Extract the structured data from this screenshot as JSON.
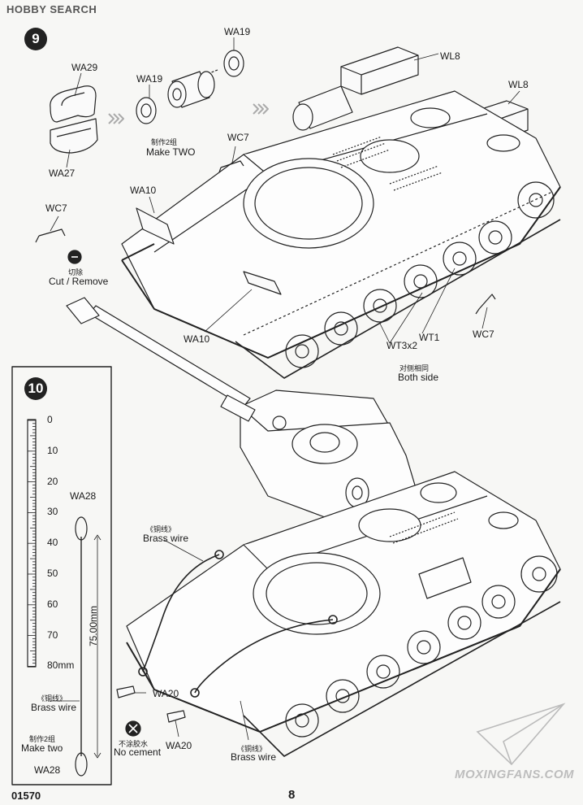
{
  "header": {
    "logo_text": "HOBBY SEARCH"
  },
  "step9": {
    "number": "9",
    "labels": {
      "wa29": "WA29",
      "wa27": "WA27",
      "wa19_a": "WA19",
      "wa19_b": "WA19",
      "make_two_cn": "制作2组",
      "make_two": "Make TWO",
      "wc7_top": "WC7",
      "wc7_left": "WC7",
      "wc7_right": "WC7",
      "wl8_a": "WL8",
      "wl8_b": "WL8",
      "wa10_top": "WA10",
      "wa10_bottom": "WA10",
      "cut_cn": "切除",
      "cut": "Cut / Remove",
      "wt3x2": "WT3x2",
      "wt1": "WT1",
      "both_side_cn": "对侧相同",
      "both_side": "Both side"
    }
  },
  "step10": {
    "number": "10",
    "ruler_ticks": [
      "0",
      "10",
      "20",
      "30",
      "40",
      "50",
      "60",
      "70",
      "80mm"
    ],
    "labels": {
      "wa28_top": "WA28",
      "wa28_bottom": "WA28",
      "length": "75.00mm",
      "brass_wire_cn_left": "《铜线》",
      "brass_wire_left": "Brass wire",
      "make_two_cn": "制作2组",
      "make_two": "Make two",
      "brass_wire_cn_top": "《铜线》",
      "brass_wire_top": "Brass wire",
      "brass_wire_cn_bottom": "《铜线》",
      "brass_wire_bottom": "Brass wire",
      "wa20_a": "WA20",
      "wa20_b": "WA20",
      "no_cement_cn": "不涂胶水",
      "no_cement": "No cement"
    }
  },
  "footer": {
    "code": "01570",
    "page": "8",
    "watermark": "MOXINGFANS.COM"
  }
}
